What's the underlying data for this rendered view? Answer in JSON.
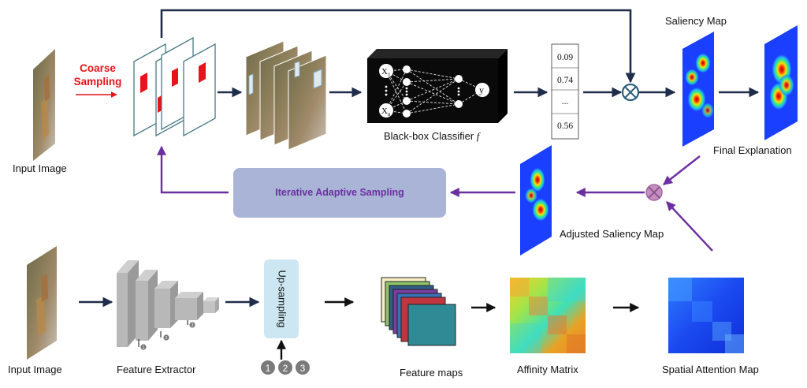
{
  "labels": {
    "coarse_sampling_line1": "Coarse",
    "coarse_sampling_line2": "Sampling",
    "input_image_top": "Input Image",
    "input_image_bottom": "Input Image",
    "black_box": "Black-box Classifier",
    "black_box_f": "f",
    "saliency_map": "Saliency Map",
    "final_explanation": "Final Explanation",
    "iterative": "Iterative Adaptive Sampling",
    "adjusted": "Adjusted Saliency Map",
    "feature_extractor": "Feature Extractor",
    "upsampling": "Up-sampling",
    "feature_maps": "Feature maps",
    "affinity": "Affinity Matrix",
    "spatial_attention": "Spatial Attention Map"
  },
  "scores": [
    "0.09",
    "0.74",
    "...",
    "0.56"
  ],
  "network": {
    "input_top": "X",
    "input_top_sub": "1",
    "input_bottom": "X",
    "input_bottom_sub": "n",
    "output": "y"
  },
  "layer_markers": [
    "1",
    "2",
    "3"
  ],
  "circled_numbers": [
    "1",
    "2",
    "3"
  ],
  "colors": {
    "navy_arrow": "#1f2d4a",
    "purple_arrow": "#6b2fa0",
    "red_accent": "#e8121a",
    "iterative_box": "#a9b4d6",
    "upsampling_box": "#cde7f2",
    "multiply_node_dark": "#2f5f7c",
    "multiply_node_light": "#b97cb8"
  }
}
